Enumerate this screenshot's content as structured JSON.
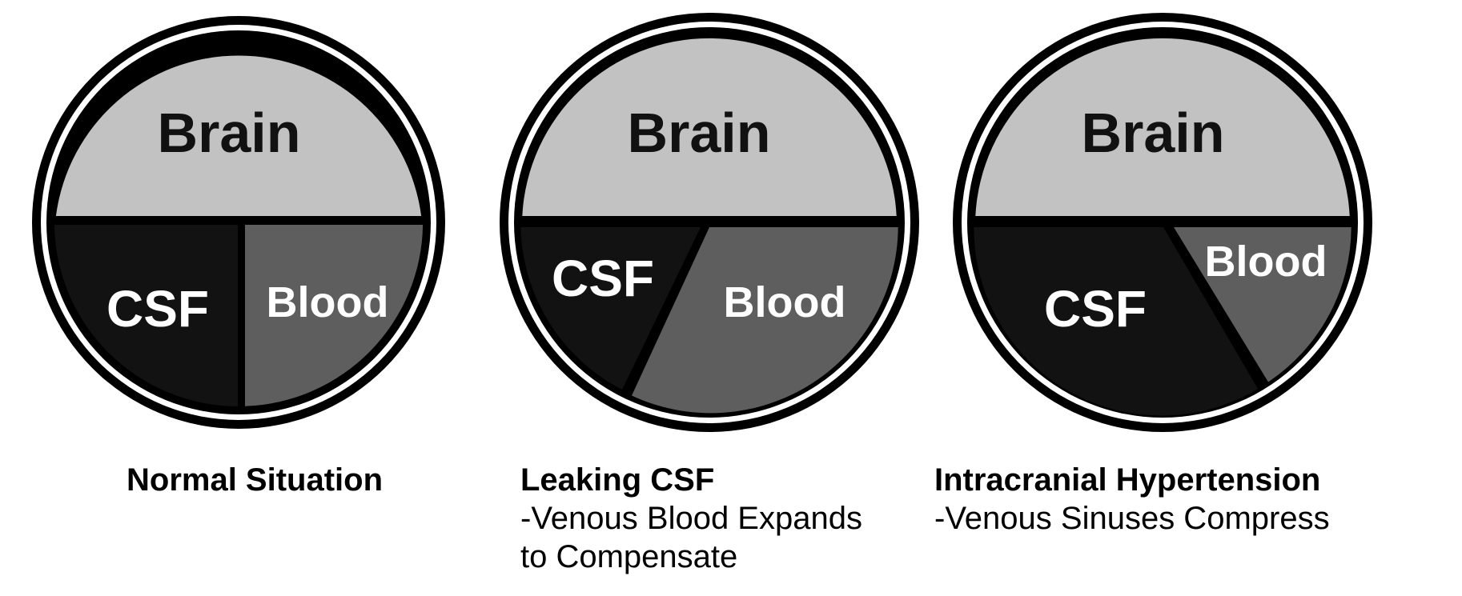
{
  "colors": {
    "brain": "#c2c2c2",
    "csf": "#121212",
    "blood": "#5e5e5e",
    "outline": "#000000",
    "divider": "#ffffff"
  },
  "diagrams": [
    {
      "brain_label": "Brain",
      "csf_label": "CSF",
      "blood_label": "Blood",
      "caption_title": "Normal Situation",
      "caption_lines": []
    },
    {
      "brain_label": "Brain",
      "csf_label": "CSF",
      "blood_label": "Blood",
      "caption_title": "Leaking CSF",
      "caption_lines": [
        "-Venous Blood Expands",
        "to Compensate"
      ]
    },
    {
      "brain_label": "Brain",
      "csf_label": "CSF",
      "blood_label": "Blood",
      "caption_title": "Intracranial Hypertension",
      "caption_lines": [
        "-Venous Sinuses Compress"
      ]
    }
  ]
}
